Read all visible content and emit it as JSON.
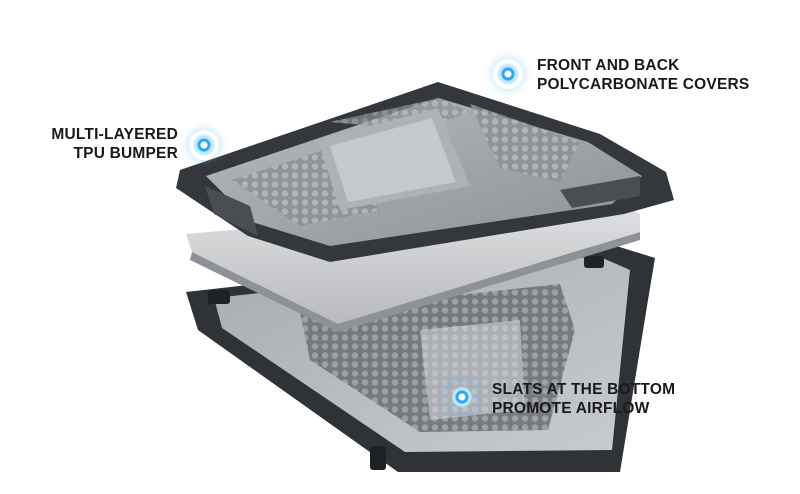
{
  "callouts": {
    "front_back": {
      "line1": "FRONT AND BACK",
      "line2": "POLYCARBONATE COVERS"
    },
    "tpu": {
      "line1": "MULTI-LAYERED",
      "line2": "TPU BUMPER"
    },
    "slats": {
      "line1": "SLATS AT THE BOTTOM",
      "line2": "PROMOTE AIRFLOW"
    }
  },
  "colors": {
    "accent": "#2aa7e8",
    "bumper": "#3a3d41",
    "shell": "#9fa3a8",
    "laptop": "#cfd1d4"
  }
}
